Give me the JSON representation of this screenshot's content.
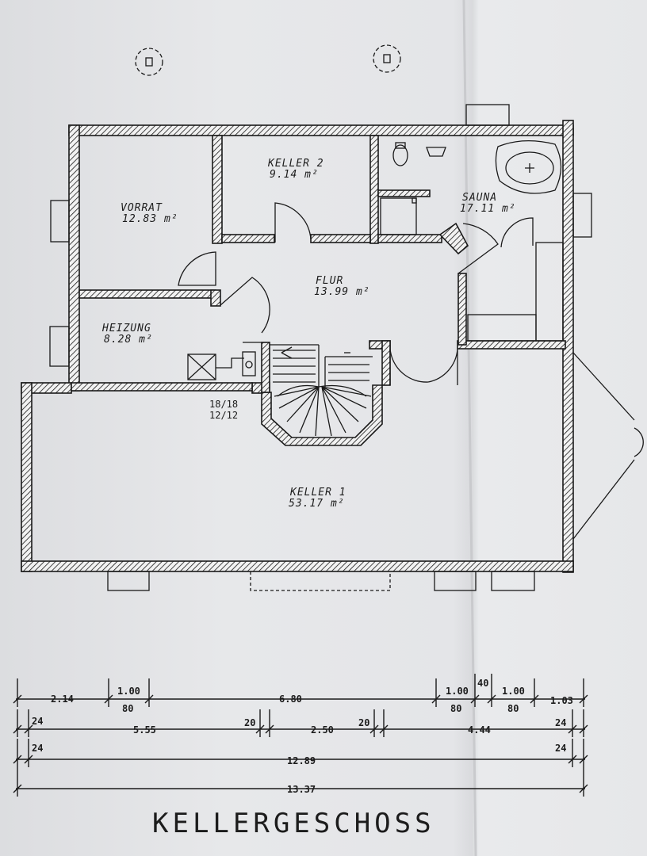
{
  "title": "KELLERGESCHOSS",
  "rooms": {
    "vorrat": {
      "name": "VORRAT",
      "area": "12.83 m²"
    },
    "keller2": {
      "name": "KELLER 2",
      "area": "9.14 m²"
    },
    "sauna": {
      "name": "SAUNA",
      "area": "17.11 m²"
    },
    "flur": {
      "name": "FLUR",
      "area": "13.99 m²"
    },
    "heizung": {
      "name": "HEIZUNG",
      "area": "8.28 m²"
    },
    "keller1": {
      "name": "KELLER 1",
      "area": "53.17 m²"
    }
  },
  "stairs": {
    "line1": "18/18",
    "line2": "12/12"
  },
  "dimensions": {
    "row1": {
      "d1": "2.14",
      "d2_top": "1.00",
      "d2_bottom": "80",
      "d3": "6.80",
      "d4_top": "1.00",
      "d4_bottom": "80",
      "d5": "40",
      "d6_top": "1.00",
      "d6_bottom": "80",
      "d7": "1.03"
    },
    "row2": {
      "a": "24",
      "b": "5.55",
      "c": "20",
      "d": "2.50",
      "e": "20",
      "f": "4.44",
      "g": "24"
    },
    "row3": {
      "a": "24",
      "b": "12.89",
      "c": "24"
    },
    "row4": {
      "total": "13.37"
    }
  }
}
